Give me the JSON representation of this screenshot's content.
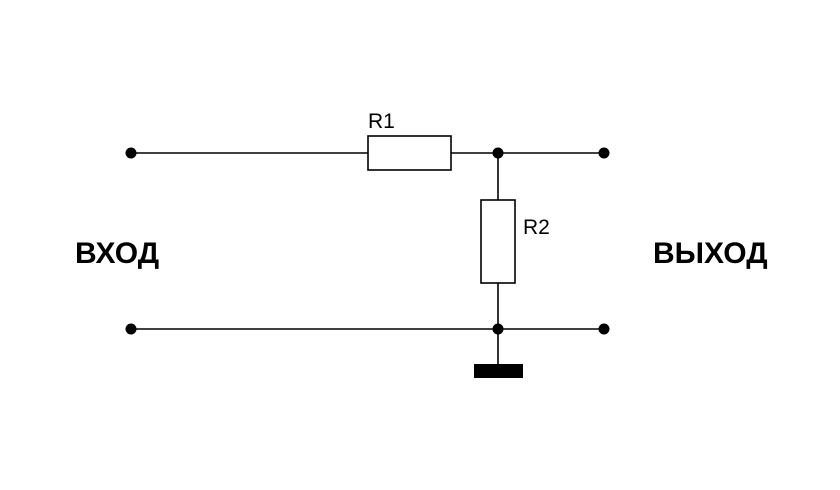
{
  "components": {
    "r1": {
      "designator": "R1"
    },
    "r2": {
      "designator": "R2"
    }
  },
  "ports": {
    "input": "ВХОД",
    "output": "ВЫХОД"
  },
  "symbols": {
    "ground": "ground-symbol",
    "junction": "junction-dot",
    "terminal": "terminal-dot"
  },
  "colors": {
    "line": "#000000",
    "background": "#ffffff"
  }
}
